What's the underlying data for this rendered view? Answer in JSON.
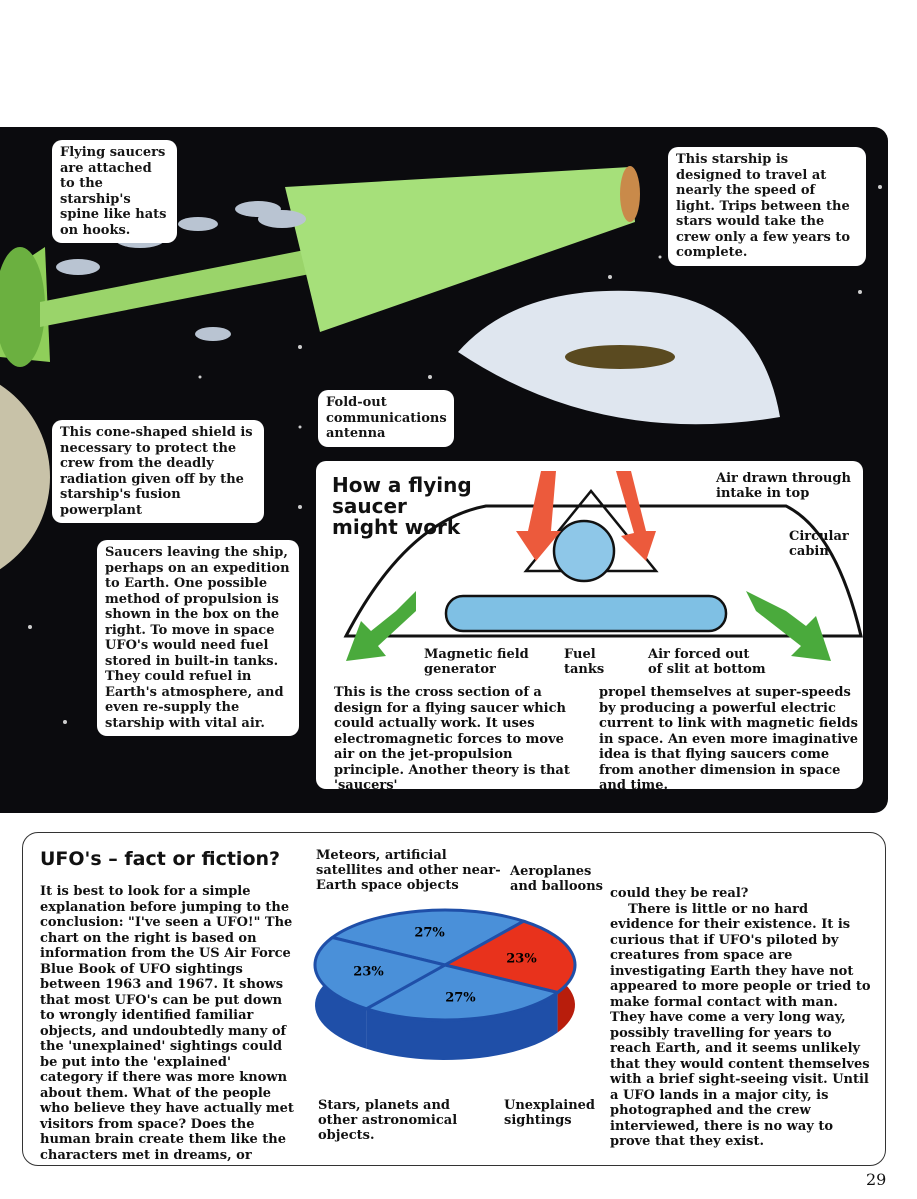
{
  "callouts": {
    "saucers_hooks": "Flying saucers are attached to the starship's spine like hats on hooks.",
    "starship": "This starship is designed to travel at nearly the speed of light. Trips between the stars would take the crew only a few years to complete.",
    "antenna": "Fold-out communications antenna",
    "shield": "This cone-shaped shield is necessary to protect the crew from the deadly radiation given off by the starship's fusion powerplant",
    "leaving": "Saucers leaving the ship, perhaps on an expedition to Earth. One possible method of propulsion is shown in the box on the right. To move in space UFO's would need fuel stored in built-in tanks. They could refuel in Earth's atmosphere, and even re-supply the starship with vital air."
  },
  "diagram": {
    "title": "How a flying saucer might work",
    "labels": {
      "air_in": "Air drawn through intake in top",
      "cabin": "Circular cabin",
      "magnetic": "Magnetic field generator",
      "fuel": "Fuel tanks",
      "air_out": "Air forced out of slit at bottom"
    },
    "text_left": "This is the cross section of a design for a flying saucer which could actually work. It uses electromagnetic forces to move air on the jet-propulsion principle. Another theory is that 'saucers'",
    "text_right": "propel themselves at super-speeds by producing a powerful electric current to link with magnetic fields in space. An even more imaginative idea is that flying saucers come from another dimension in space and time."
  },
  "ufo": {
    "title": "UFO's – fact or fiction?",
    "text_left": "It is best to look for a simple explanation before jumping to the conclusion: \"I've seen a UFO!\" The chart on the right is based on information from the US Air Force Blue Book of UFO sightings between 1963 and 1967. It shows that most UFO's can be put down to wrongly identified familiar objects, and undoubtedly many of the 'unexplained' sightings could be put into the 'explained' category if there was more known about them. What of the people who believe they have actually met visitors from space? Does the human brain create them like the characters met in dreams, or",
    "text_right": "could they be real?\n    There is little or no hard evidence for their existence. It is curious that if UFO's piloted by creatures from space are investigating Earth they have not appeared to more people or tried to make formal contact with man. They have come a very long way, possibly travelling for years to reach Earth, and it seems unlikely that they would content themselves with a brief sight-seeing visit. Until a UFO lands in a major city, is photographed and the crew interviewed, there is no way to prove that they exist."
  },
  "chart_data": {
    "type": "pie",
    "title": "",
    "categories": [
      "Aeroplanes and balloons",
      "Unexplained sightings",
      "Stars, planets and other astronomical objects.",
      "Meteors, artificial satellites and other near-Earth space objects"
    ],
    "values": [
      27,
      23,
      27,
      23
    ],
    "value_labels": [
      "27%",
      "23%",
      "27%",
      "23%"
    ],
    "colors": [
      "#4a90d9",
      "#e8321c",
      "#4a90d9",
      "#4a90d9"
    ]
  },
  "page_number": "29"
}
